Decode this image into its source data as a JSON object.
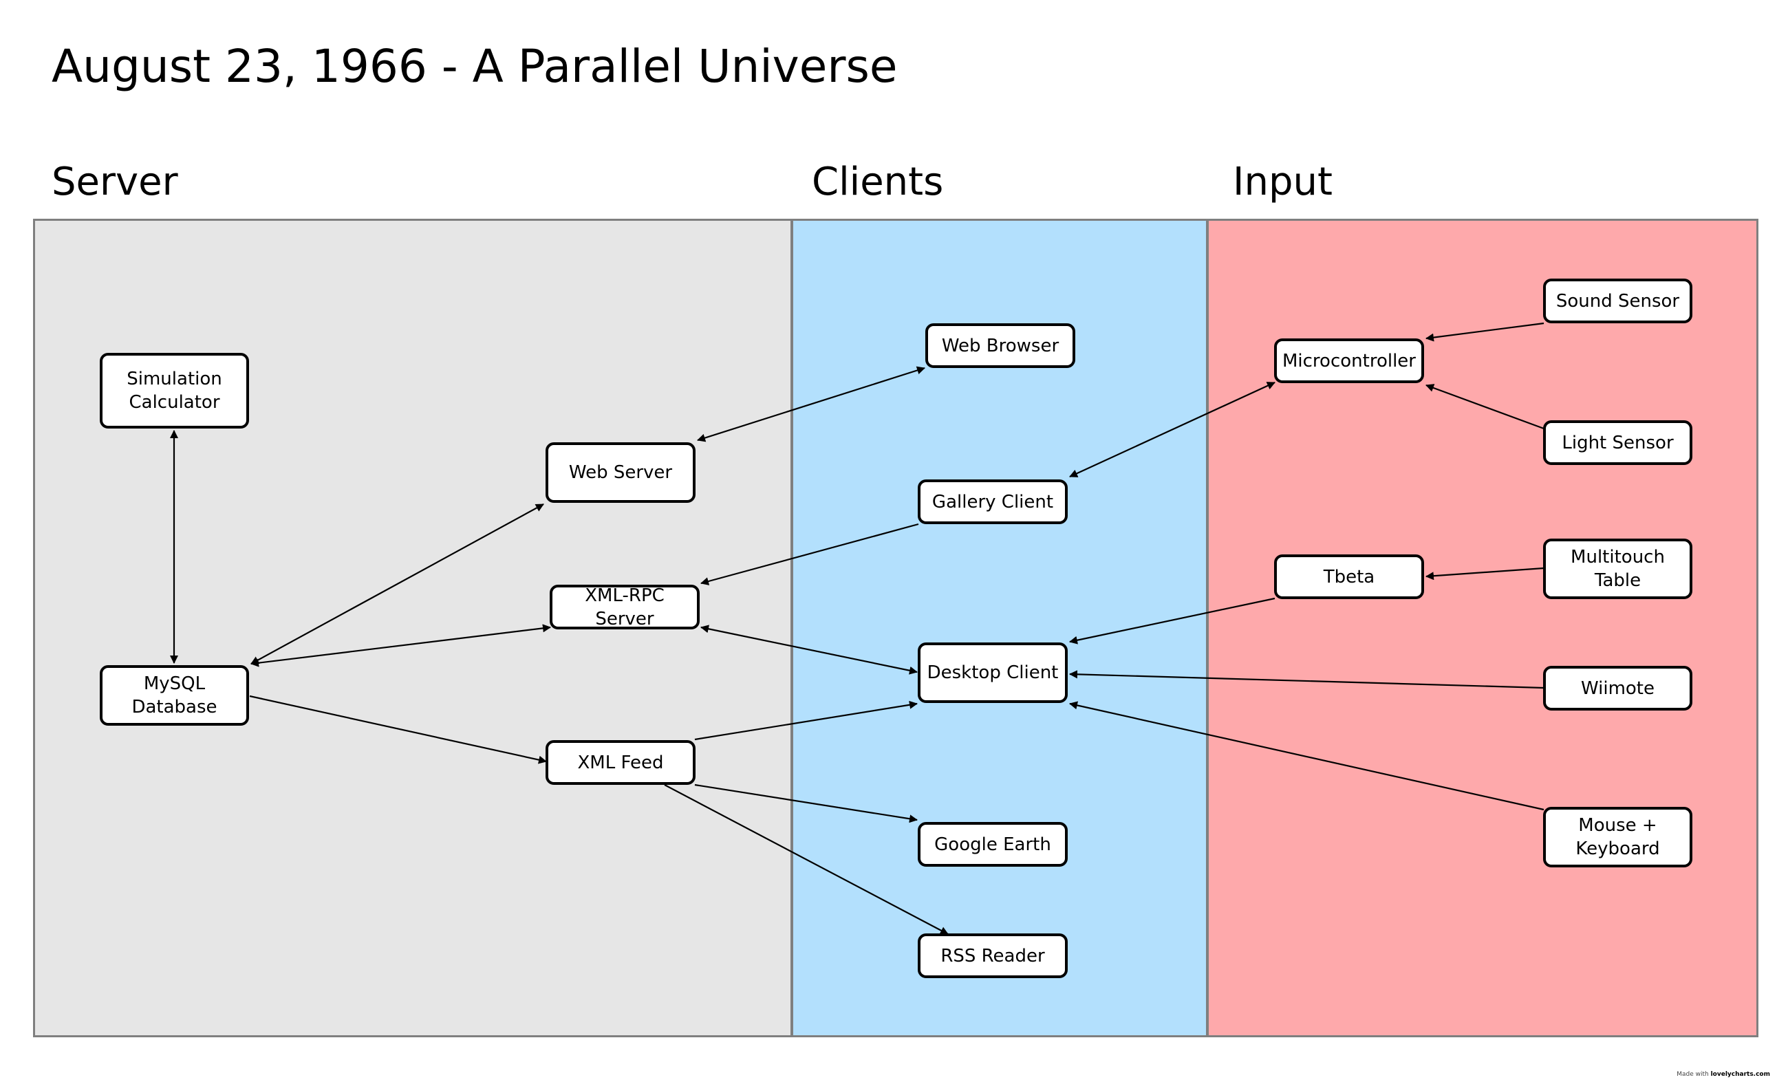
{
  "title": "August 23, 1966 - A Parallel Universe",
  "lanes": {
    "server": "Server",
    "clients": "Clients",
    "input": "Input"
  },
  "nodes": {
    "simulation_calculator": "Simulation\nCalculator",
    "mysql_database": "MySQL\nDatabase",
    "web_server": "Web Server",
    "xml_rpc_server": "XML-RPC Server",
    "xml_feed": "XML Feed",
    "web_browser": "Web Browser",
    "gallery_client": "Gallery Client",
    "desktop_client": "Desktop Client",
    "google_earth": "Google Earth",
    "rss_reader": "RSS Reader",
    "sound_sensor": "Sound Sensor",
    "microcontroller": "Microcontroller",
    "light_sensor": "Light Sensor",
    "tbeta": "Tbeta",
    "multitouch_table": "Multitouch\nTable",
    "wiimote": "Wiimote",
    "mouse_keyboard": "Mouse +\nKeyboard"
  },
  "footer": {
    "prefix": "Made with ",
    "brand": "lovelycharts.com"
  },
  "colors": {
    "server_lane": "#e6e6e6",
    "clients_lane": "#b3e0fd",
    "input_lane": "#fea9ab",
    "lane_border": "#7f7f7f"
  }
}
